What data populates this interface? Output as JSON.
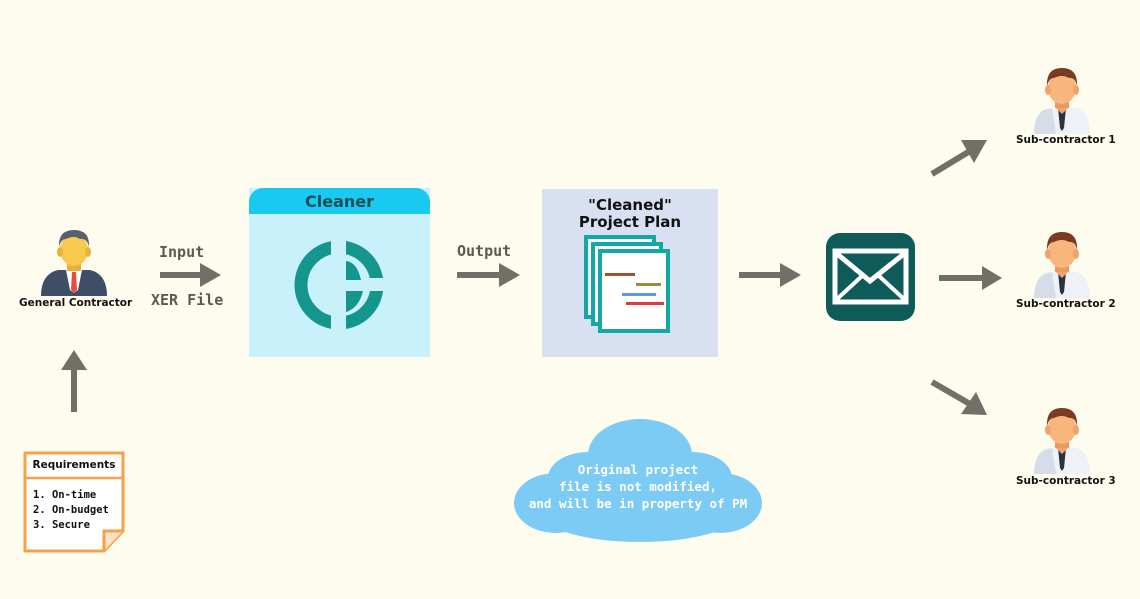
{
  "labels": {
    "input": "Input",
    "xer_file": "XER File",
    "output": "Output"
  },
  "nodes": {
    "general_contractor": "General Contractor",
    "cleaner_title": "Cleaner",
    "plan_title_line1": "\"Cleaned\"",
    "plan_title_line2": "Project Plan"
  },
  "requirements": {
    "title": "Requirements",
    "items": [
      "1. On-time",
      "2. On-budget",
      "3. Secure"
    ]
  },
  "cloud": {
    "lines": [
      "Original project",
      "file is not modified,",
      "and will be in property of PM"
    ]
  },
  "subcontractors": [
    "Sub-contractor 1",
    "Sub-contractor 2",
    "Sub-contractor 3"
  ],
  "colors": {
    "background": "#fefcef",
    "arrow": "#707068",
    "cleaner_header": "#19c9f0",
    "cleaner_body": "#c9f1fb",
    "cleaner_logo": "#14958d",
    "plan_panel": "#d8e0f2",
    "plan_docs": "#14a8a5",
    "mail_tile": "#0e5b5a",
    "note_border": "#f5a04a",
    "cloud": "#7bcbf4"
  },
  "icons": {
    "contractor": "businessman-icon",
    "cleaner": "cleaner-logo-icon",
    "plan": "gantt-document-stack-icon",
    "mail": "envelope-icon",
    "subcontractor": "worker-icon",
    "requirements": "note-paper-icon"
  }
}
